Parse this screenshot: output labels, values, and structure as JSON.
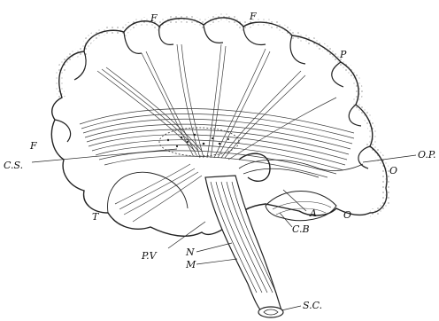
{
  "labels": {
    "F_top_left": "F",
    "F_top_right": "F",
    "P": "P",
    "F_left": "F",
    "CS": "C.S.",
    "OP": "O.P.",
    "O_upper": "O",
    "O_lower": "O",
    "T": "T",
    "CB": "C.B",
    "A": "A",
    "PV": "P.V",
    "N": "N",
    "M": "M",
    "SC": "S.C."
  }
}
